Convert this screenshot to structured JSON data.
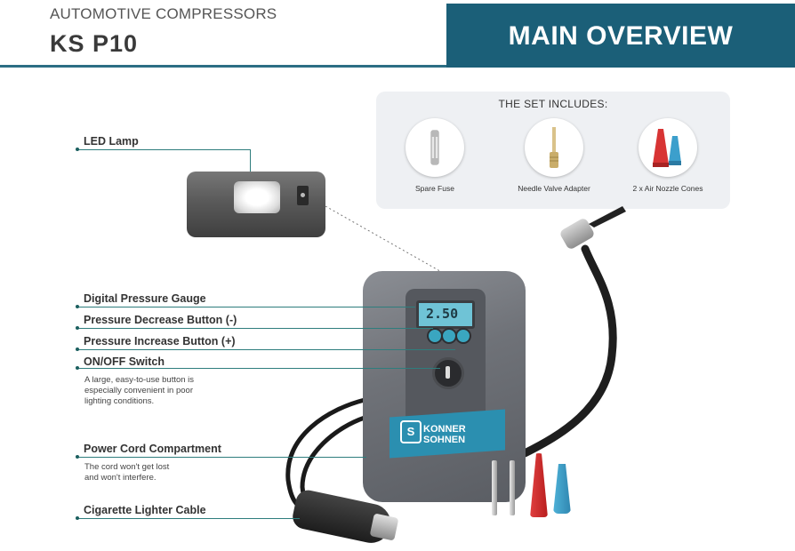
{
  "header": {
    "category": "AUTOMOTIVE COMPRESSORS",
    "model": "KS P10",
    "banner": "MAIN OVERVIEW",
    "accent_color": "#1b5f78"
  },
  "set_includes": {
    "title": "THE SET INCLUDES:",
    "items": [
      {
        "caption": "Spare Fuse",
        "icon": "fuse-icon"
      },
      {
        "caption": "Needle Valve Adapter",
        "icon": "needle-valve-icon"
      },
      {
        "caption": "2 x Air Nozzle Cones",
        "icon": "nozzle-cones-icon"
      }
    ]
  },
  "callouts": {
    "led_lamp": "LED Lamp",
    "gauge": "Digital Pressure Gauge",
    "decrease": "Pressure Decrease Button (-)",
    "increase": "Pressure Increase Button (+)",
    "switch": "ON/OFF Switch",
    "switch_note": "A large, easy-to-use button is especially convenient in poor lighting conditions.",
    "cord_compartment": "Power Cord Compartment",
    "cord_note": "The cord won't get lost and won't interfere.",
    "cable": "Cigarette Lighter Cable"
  },
  "device": {
    "lcd_value": "2.50",
    "brand_line1": "KONNER",
    "brand_line2": "SOHNEN"
  }
}
